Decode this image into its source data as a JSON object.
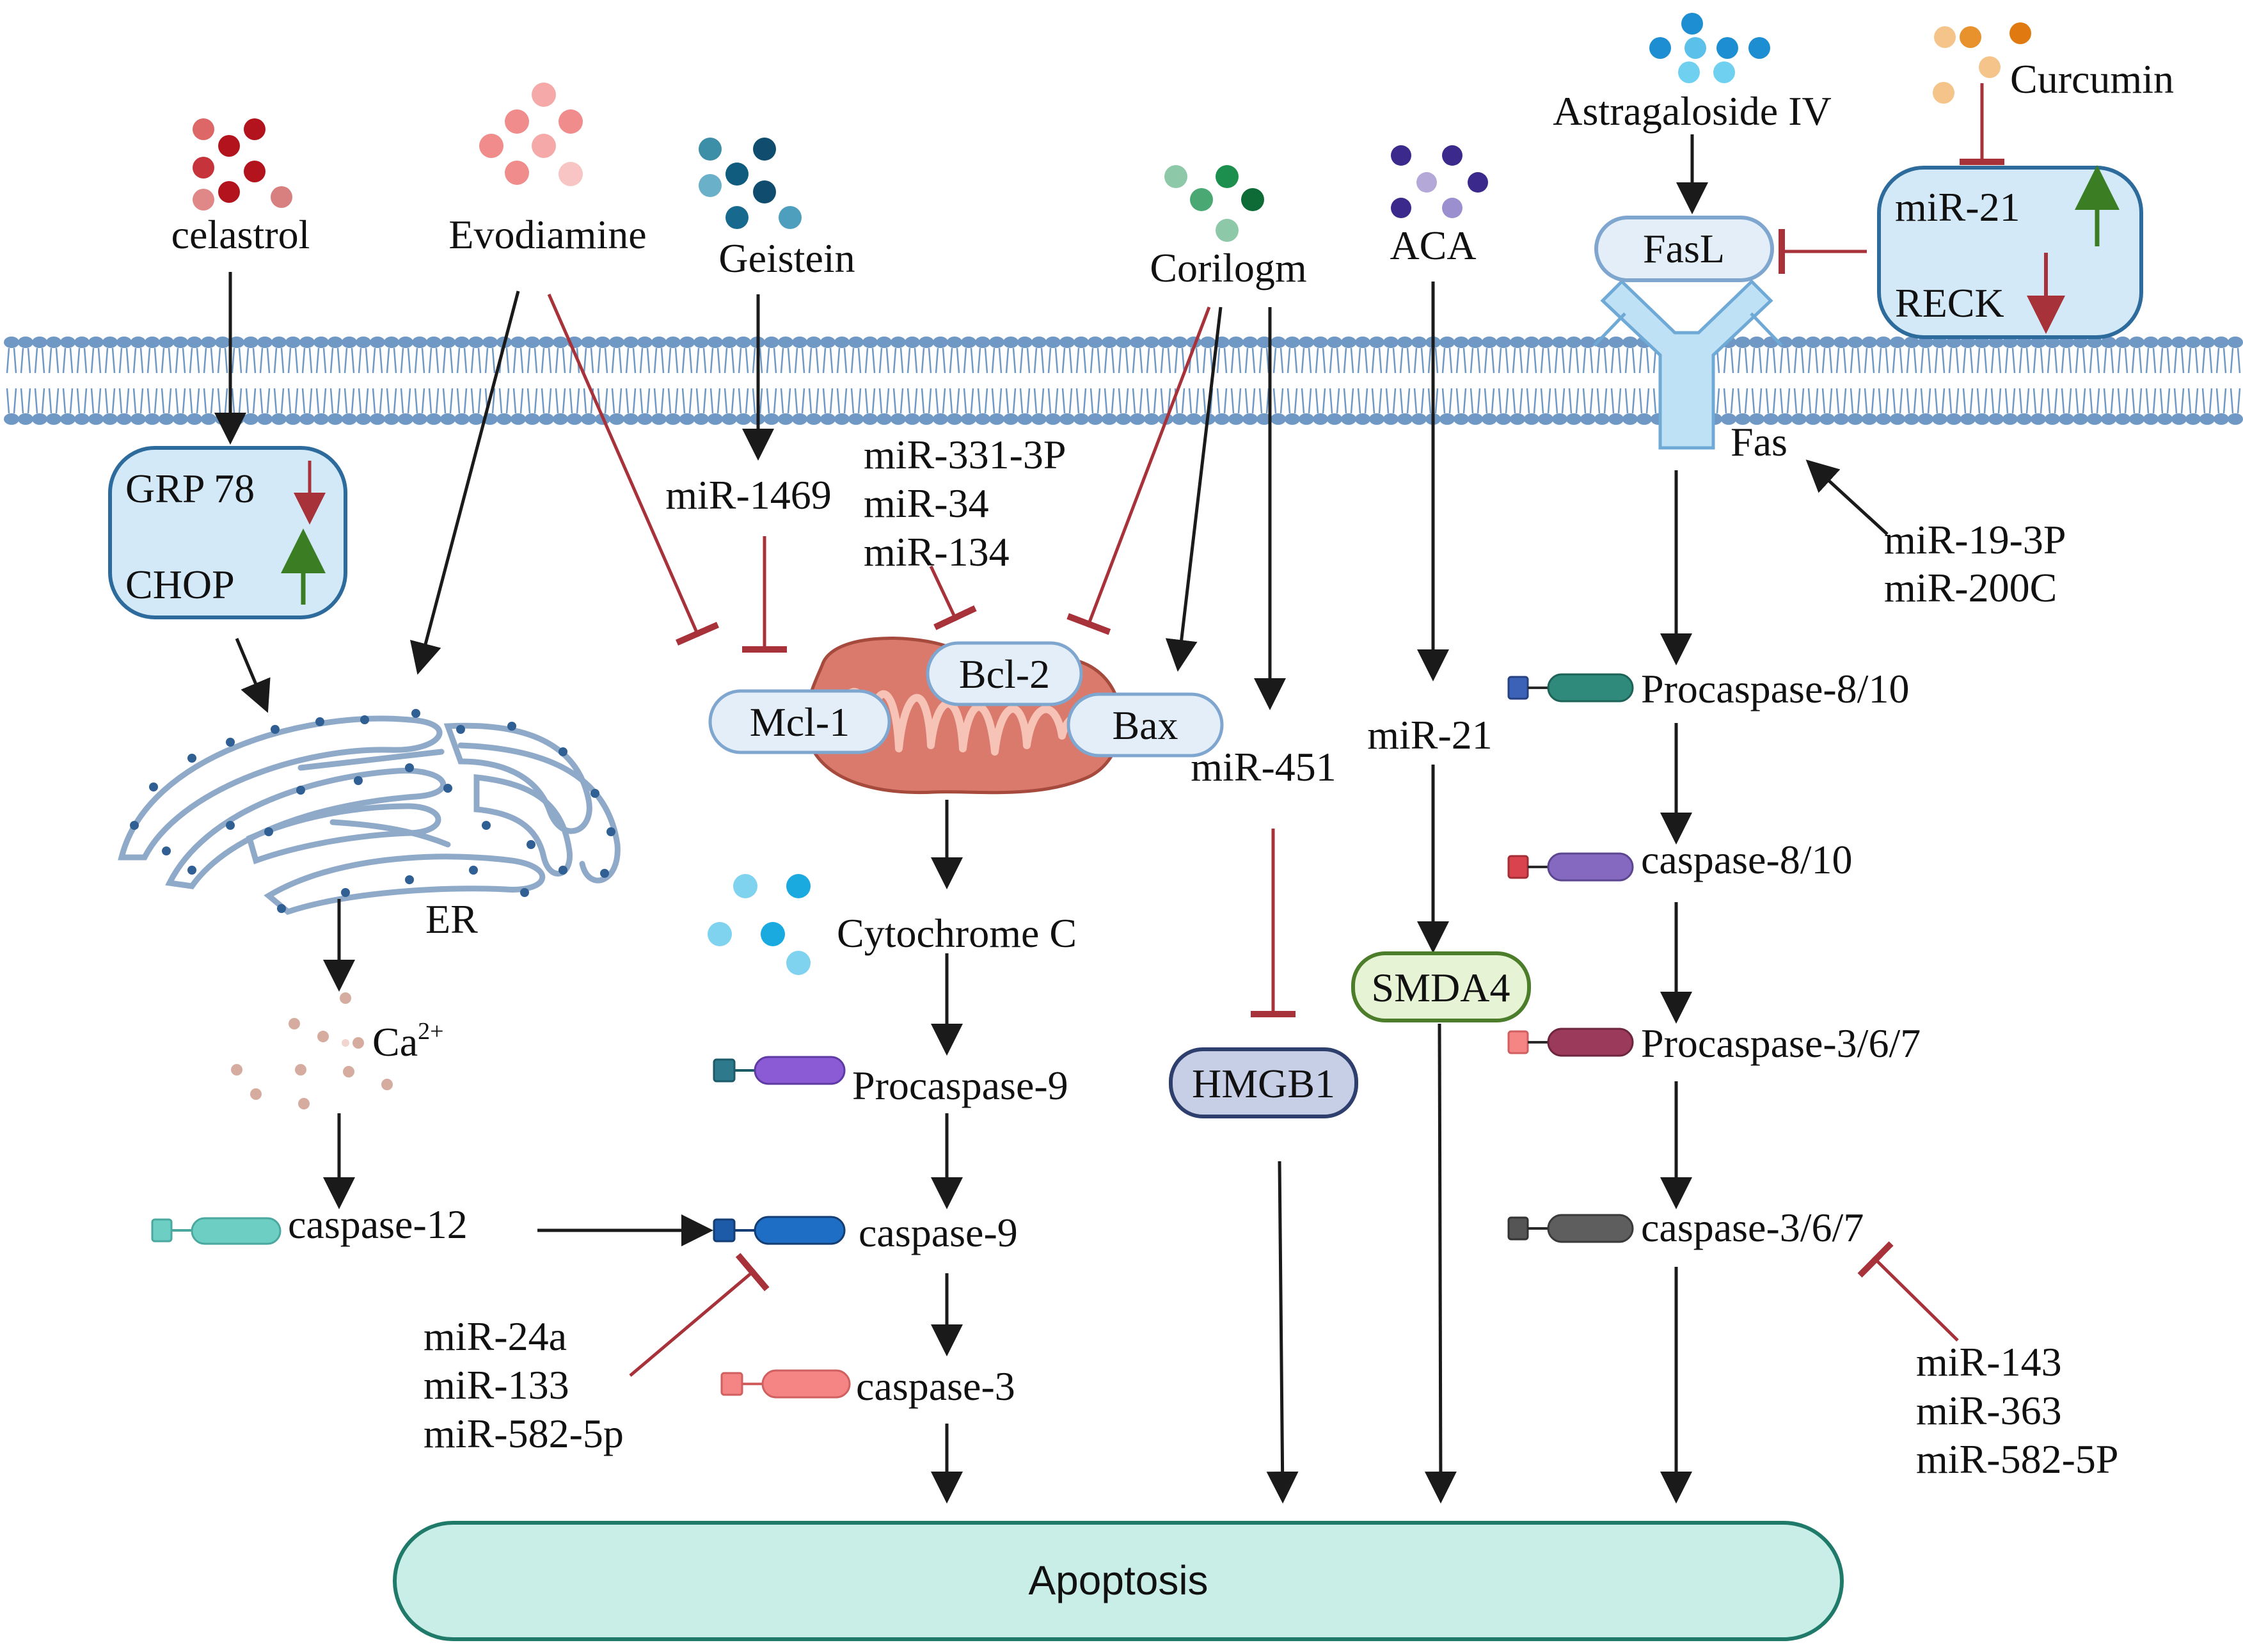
{
  "compounds": {
    "celastrol": "celastrol",
    "evodiamine": "Evodiamine",
    "geistein": "Geistein",
    "corilogm": "Corilogm",
    "aca": "ACA",
    "astragaloside": "Astragaloside IV",
    "curcumin": "Curcumin"
  },
  "er_pathway": {
    "grp78": "GRP 78",
    "chop": "CHOP",
    "er": "ER",
    "calcium": "Ca",
    "calcium_sup": "2+",
    "caspase12": "caspase-12"
  },
  "mito_pathway": {
    "mir1469": "miR-1469",
    "mir_list": [
      "miR-331-3P",
      "miR-34",
      "miR-134"
    ],
    "mcl1": "Mcl-1",
    "bcl2": "Bcl-2",
    "bax": "Bax",
    "cytochrome": "Cytochrome C",
    "procaspase9": "Procaspase-9",
    "caspase9": "caspase-9",
    "caspase3": "caspase-3",
    "inhibitors": [
      "miR-24a",
      "miR-133",
      "miR-582-5p"
    ]
  },
  "hmgb1_pathway": {
    "mir451": "miR-451",
    "hmgb1": "HMGB1"
  },
  "smad_pathway": {
    "mir21": "miR-21",
    "smda4": "SMDA4"
  },
  "death_receptor": {
    "fasl": "FasL",
    "fas": "Fas",
    "box_mir21": "miR-21",
    "box_reck": "RECK",
    "fas_mirs": [
      "miR-19-3P",
      "miR-200C"
    ],
    "procaspase810": "Procaspase-8/10",
    "caspase810": "caspase-8/10",
    "procaspase367": "Procaspase-3/6/7",
    "caspase367": "caspase-3/6/7",
    "inhibitors": [
      "miR-143",
      "miR-363",
      "miR-582-5P"
    ]
  },
  "outcome": {
    "apoptosis": "Apoptosis"
  },
  "colors": {
    "membrane": "#6f98c4",
    "box_fill": "#d4e9f7",
    "box_stroke": "#2d6b9c",
    "inhibit": "#a8323a",
    "up_arrow": "#3a7d22",
    "apoptosis_fill": "#c9eee8",
    "apoptosis_stroke": "#1f7a6a"
  }
}
